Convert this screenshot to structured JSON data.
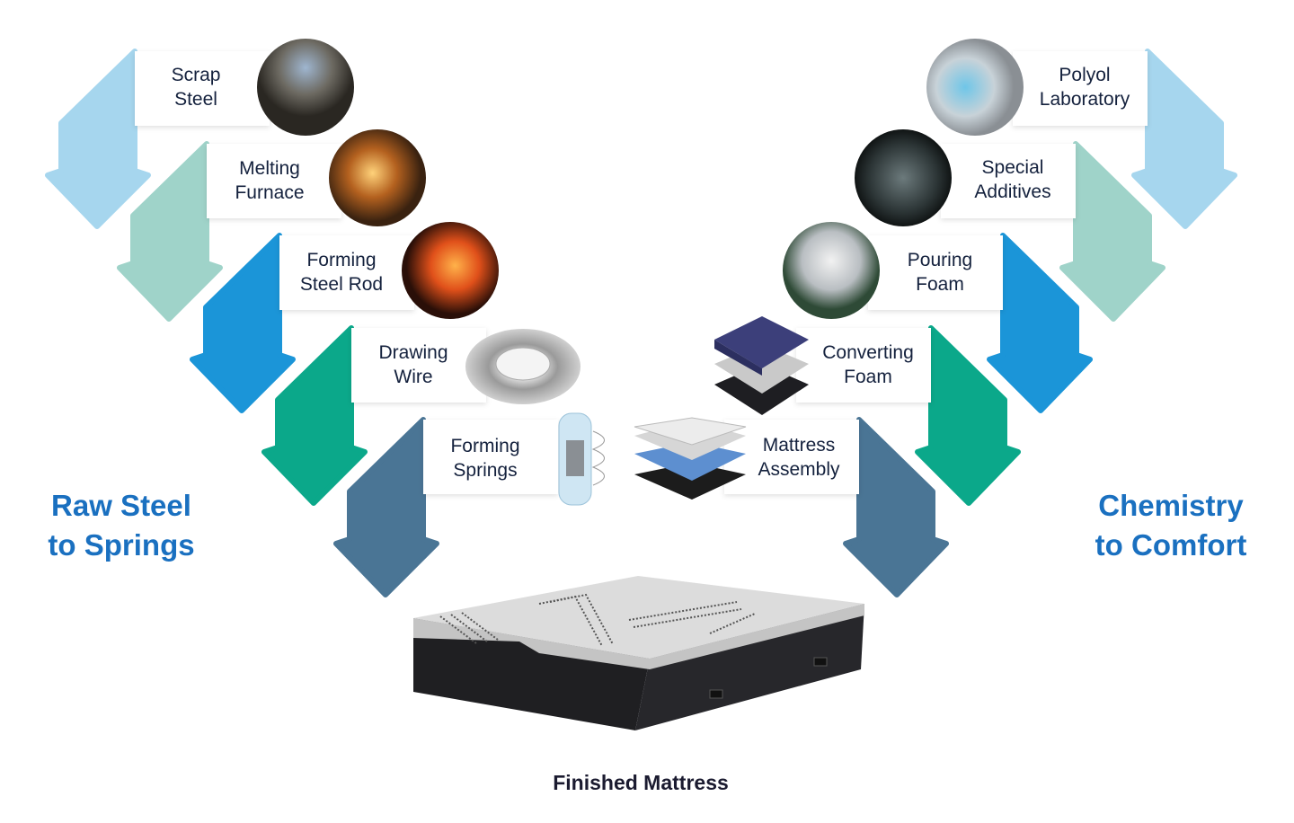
{
  "left_flow": {
    "title_line1": "Raw Steel",
    "title_line2": "to Springs",
    "steps": [
      {
        "line1": "Scrap",
        "line2": "Steel",
        "color": "#a6d6ee",
        "icon": "scrap-yard-photo"
      },
      {
        "line1": "Melting",
        "line2": "Furnace",
        "color": "#9fd3c9",
        "icon": "furnace-photo"
      },
      {
        "line1": "Forming",
        "line2": "Steel Rod",
        "color": "#1b95d8",
        "icon": "hot-rod-photo"
      },
      {
        "line1": "Drawing",
        "line2": "Wire",
        "color": "#0ba88a",
        "icon": "wire-coil-image"
      },
      {
        "line1": "Forming",
        "line2": "Springs",
        "color": "#4a7595",
        "icon": "pocket-spring-image"
      }
    ]
  },
  "right_flow": {
    "title_line1": "Chemistry",
    "title_line2": "to Comfort",
    "steps": [
      {
        "line1": "Polyol",
        "line2": "Laboratory",
        "color": "#a6d6ee",
        "icon": "lab-photo"
      },
      {
        "line1": "Special",
        "line2": "Additives",
        "color": "#9fd3c9",
        "icon": "foam-macro-photo"
      },
      {
        "line1": "Pouring",
        "line2": "Foam",
        "color": "#1b95d8",
        "icon": "foam-pour-photo"
      },
      {
        "line1": "Converting",
        "line2": "Foam",
        "color": "#0ba88a",
        "icon": "foam-layers-image"
      },
      {
        "line1": "Mattress",
        "line2": "Assembly",
        "color": "#4a7595",
        "icon": "mattress-cutaway-image"
      }
    ]
  },
  "final_label": "Finished Mattress",
  "title_color": "#1a70c0"
}
